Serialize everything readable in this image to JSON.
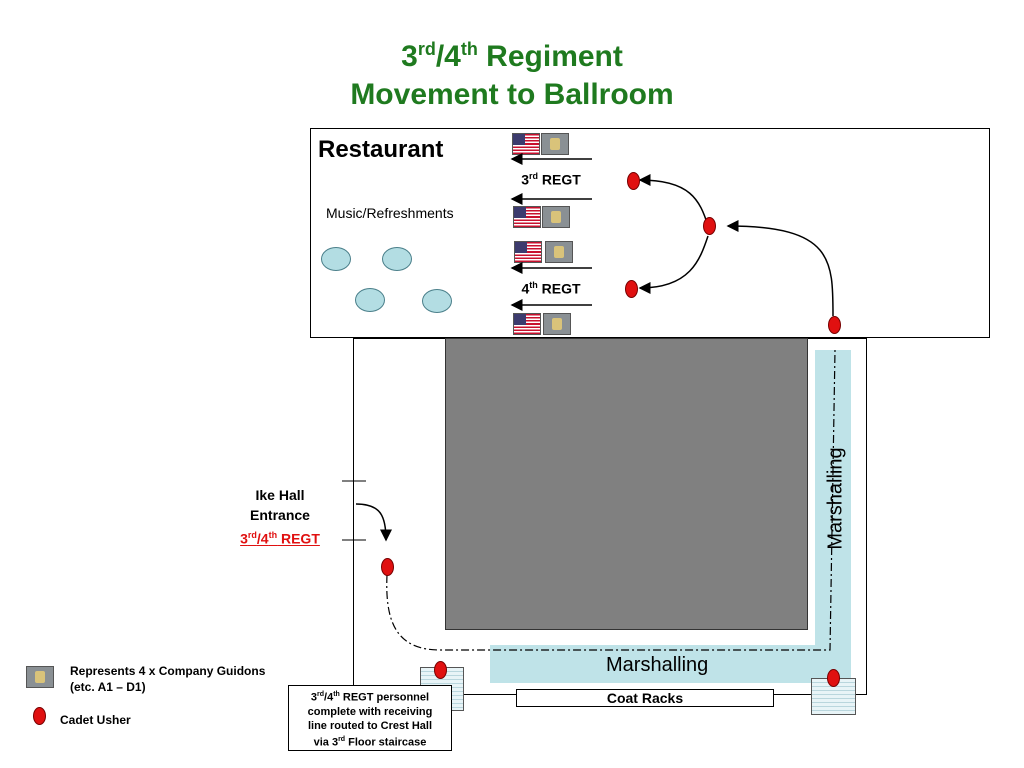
{
  "title": {
    "prefix": "3",
    "sup1": "rd",
    "mid": "/4",
    "sup2": "th",
    "rest": " Regiment",
    "line2": "Movement to Ballroom"
  },
  "restaurant": {
    "label": "Restaurant",
    "music": "Music/Refreshments"
  },
  "regt3": {
    "num": "3",
    "sup": "rd",
    "text": " REGT"
  },
  "regt4": {
    "num": "4",
    "sup": "th",
    "text": " REGT"
  },
  "marshalling": {
    "vertical": "Marshalling",
    "horizontal": "Marshalling"
  },
  "entrance": {
    "line1": "Ike Hall",
    "line2": "Entrance",
    "r1": "3",
    "s1": "rd",
    "r2": "/4",
    "s2": "th",
    "r3": " REGT"
  },
  "coat_racks": "Coat Racks",
  "note": {
    "a": "3",
    "sa": "rd",
    "b": "/4",
    "sb": "th",
    "c": " REGT personnel",
    "line2": "complete with receiving",
    "line3": "line routed to Crest Hall",
    "line4a": "via 3",
    "line4s": "rd",
    "line4b": " Floor staircase"
  },
  "legend": {
    "guidon": "Represents 4 x Company Guidons",
    "guidon2": "(etc. A1 – D1)",
    "usher": "Cadet Usher"
  },
  "icons": [
    "us-flag-icon",
    "guidon-icon",
    "cadet-usher-icon"
  ],
  "colors": {
    "title": "#1f7a1f",
    "usher": "#e01010",
    "marshalling": "#bfe3e8",
    "ballroom": "#808080",
    "entrance_red": "#e01010"
  }
}
